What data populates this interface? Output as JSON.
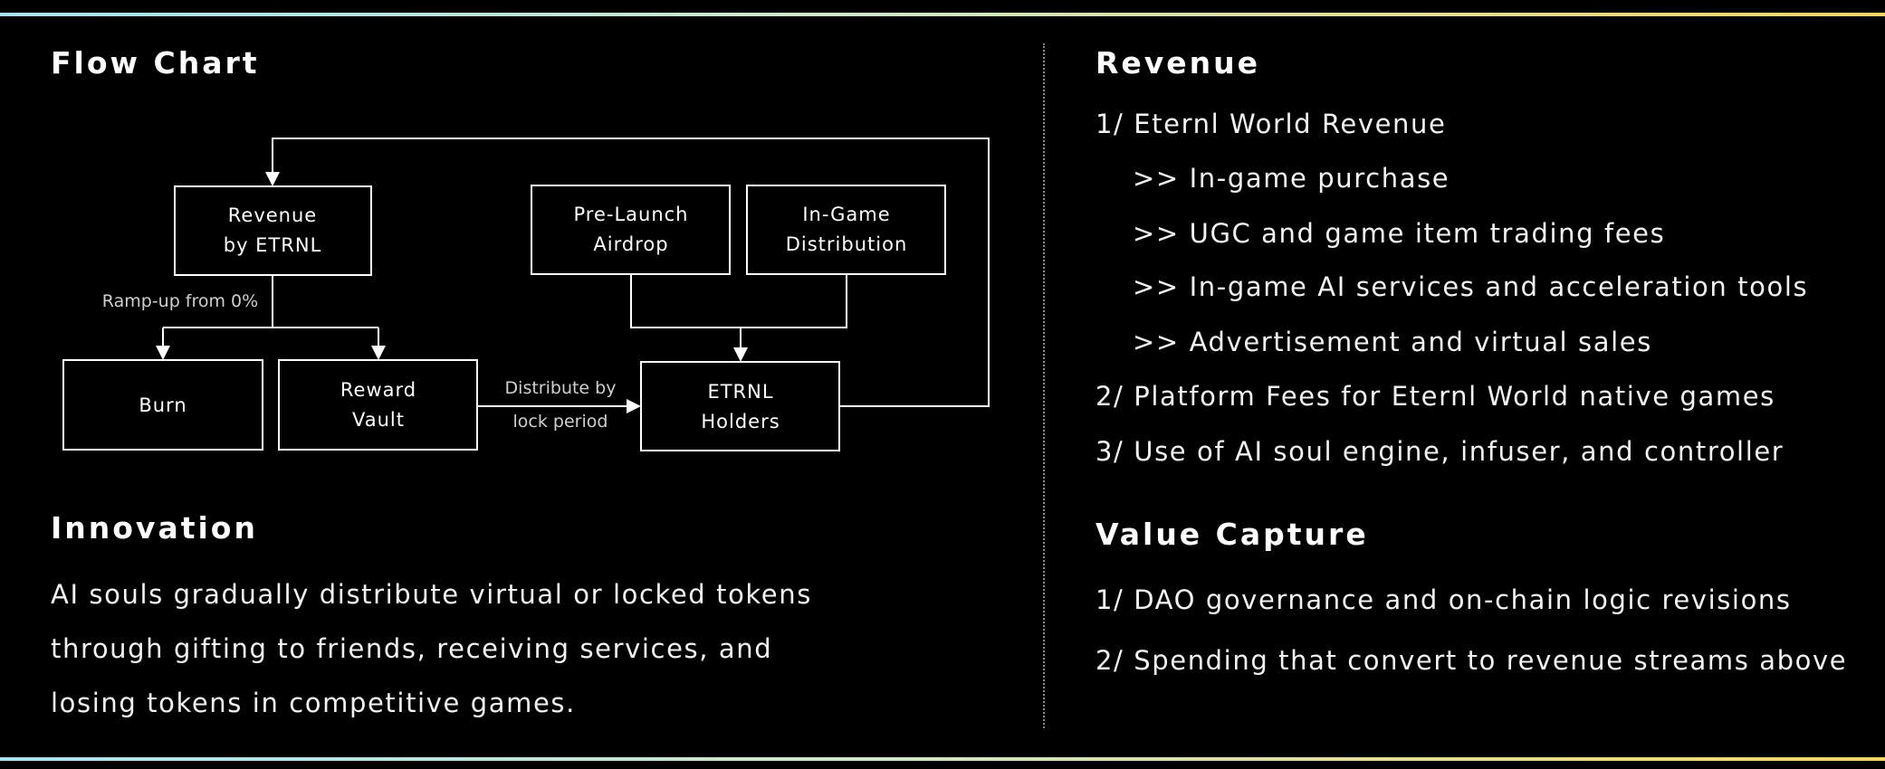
{
  "flow_chart": {
    "title": "Flow Chart",
    "nodes": {
      "revenue": [
        "Revenue",
        "by ETRNL"
      ],
      "prelaunch": [
        "Pre-Launch",
        "Airdrop"
      ],
      "ingame": [
        "In-Game",
        "Distribution"
      ],
      "burn": [
        "Burn"
      ],
      "vault": [
        "Reward",
        "Vault"
      ],
      "holders": [
        "ETRNL",
        "Holders"
      ]
    },
    "edge_labels": {
      "ramp": "Ramp-up from 0%",
      "distribute": [
        "Distribute by",
        "lock period"
      ]
    }
  },
  "innovation": {
    "title": "Innovation",
    "lines": [
      "AI souls gradually distribute virtual or locked tokens",
      "through gifting to friends, receiving services, and",
      "losing tokens in competitive games."
    ]
  },
  "revenue": {
    "title": "Revenue",
    "items": [
      "1/ Eternl World Revenue",
      ">> In-game purchase",
      ">> UGC and game item trading fees",
      ">> In-game AI services and acceleration tools",
      ">> Advertisement and virtual sales",
      "2/ Platform Fees for Eternl World native games",
      "3/ Use of AI soul engine, infuser, and controller"
    ]
  },
  "value_capture": {
    "title": "Value Capture",
    "items": [
      "1/ DAO governance and on-chain logic revisions",
      "2/ Spending that convert to revenue streams above"
    ]
  }
}
